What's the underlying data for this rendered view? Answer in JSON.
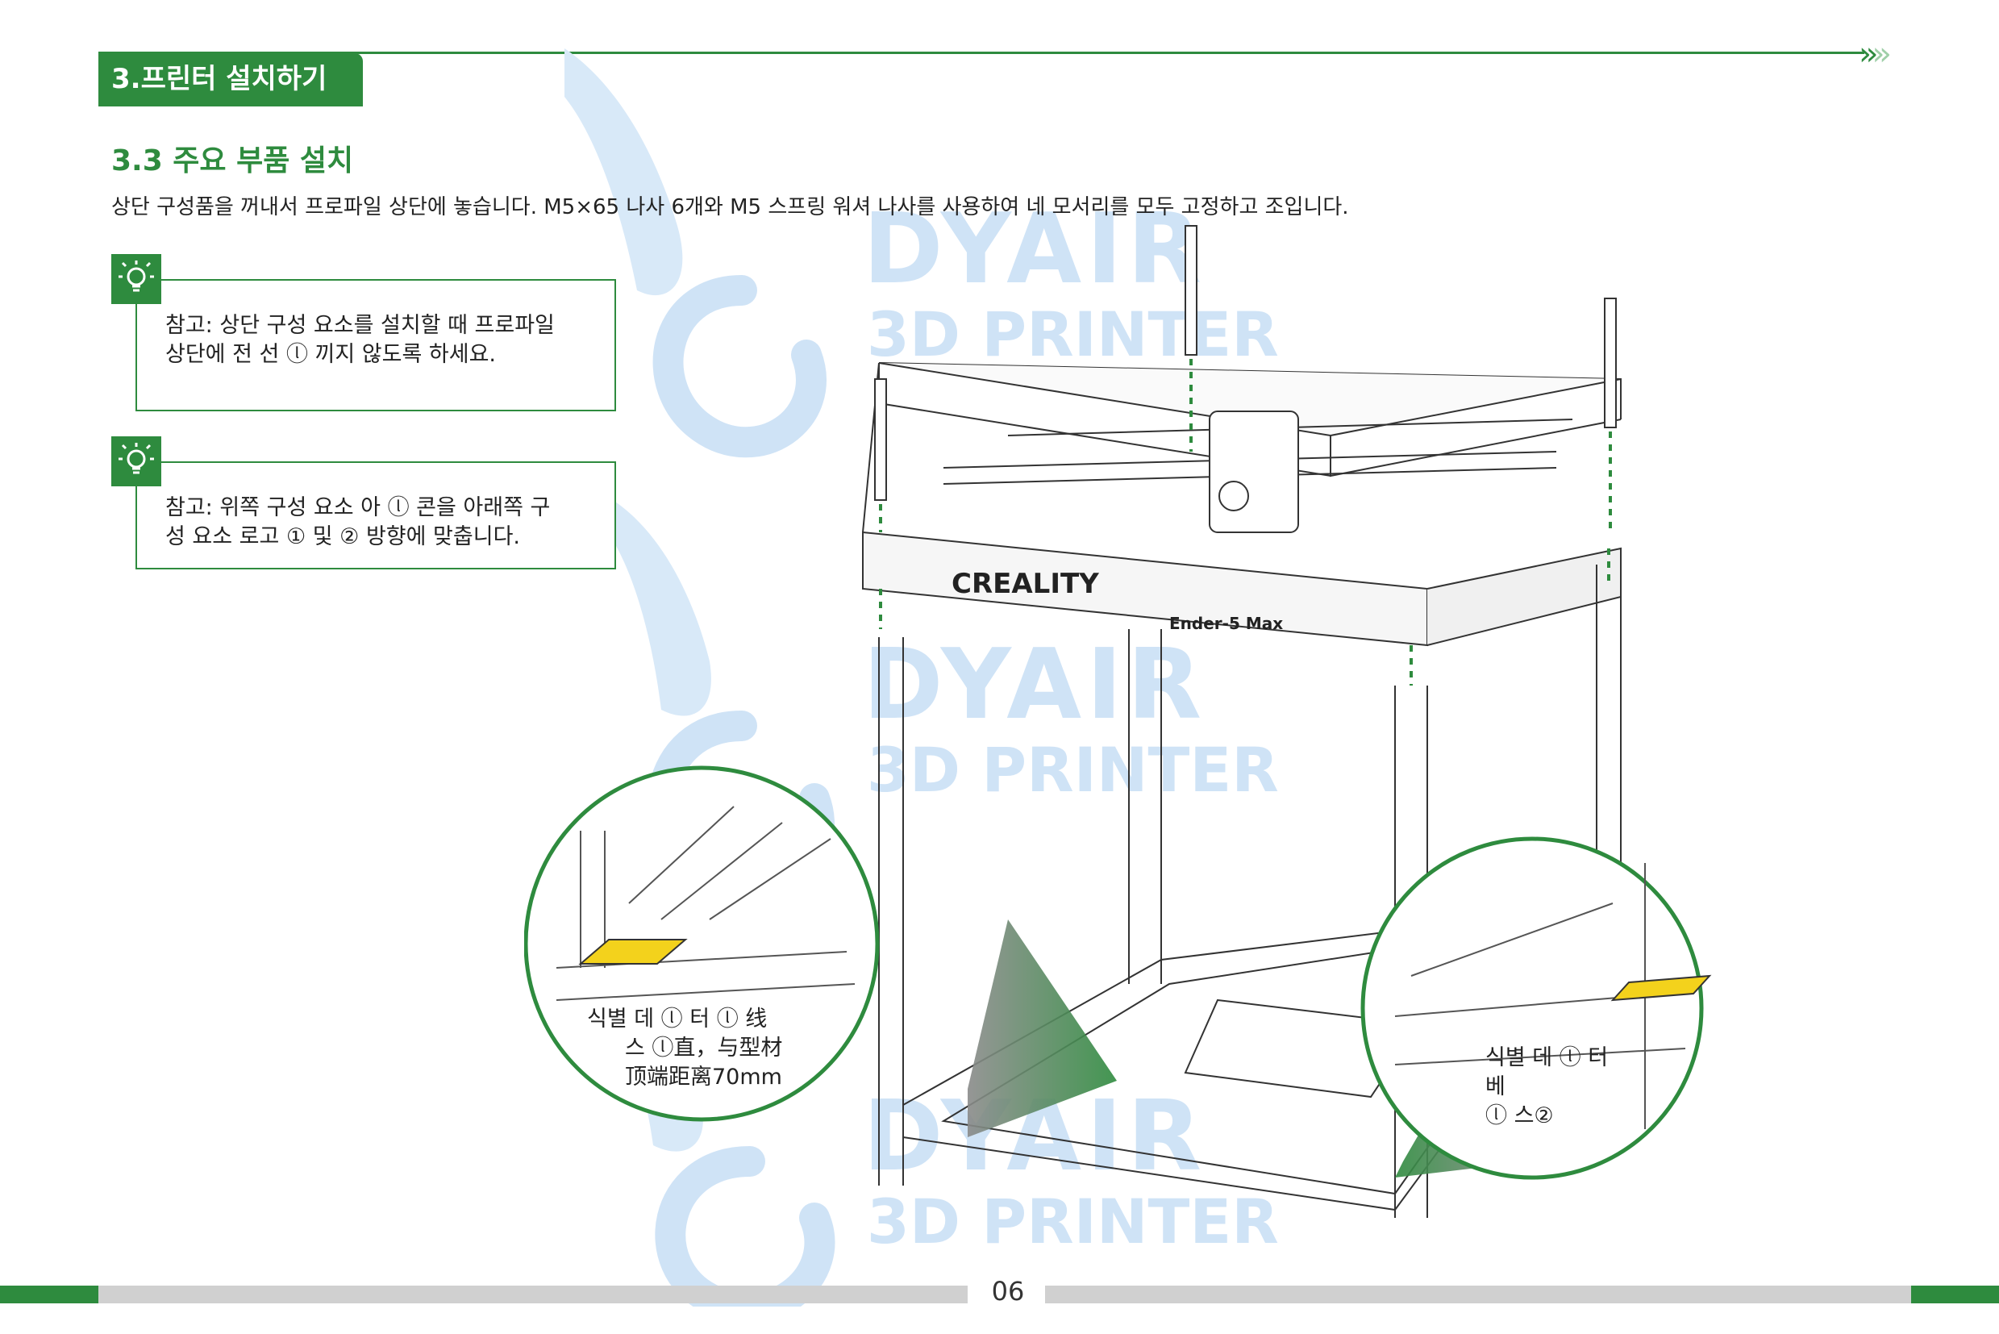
{
  "header": {
    "section_title": "3.프린터 설치하기",
    "arrows": "»"
  },
  "subsection": {
    "title": "3.3 주요 부품 설치",
    "intro": "상단 구성품을 꺼내서 프로파일 상단에 놓습니다. M5×65 나사 6개와 M5 스프링 워셔 나사를 사용하여 네 모서리를 모두 고정하고 조입니다."
  },
  "notes": [
    {
      "icon": "lightbulb-icon",
      "line1": "참고: 상단 구성 요소를 설치할 때 프로파일",
      "line2": "상단에 전 선 ⓛ  끼지 않도록 하세요."
    },
    {
      "icon": "lightbulb-icon",
      "line1": "참고: 위쪽 구성 요소 아 ⓛ 콘을 아래쪽 구",
      "line2": "성   요소 로고 ① 및 ② 방향에 맞춥니다."
    }
  ],
  "printer": {
    "brand": "CREALITY",
    "model": "Ender-5 Max"
  },
  "callouts": {
    "left": {
      "line1": "식별 데 ⓛ 터 ⓛ 线",
      "line2": "스 ⓛ直，与型材",
      "line3": "顶端距离70mm"
    },
    "right": {
      "line1": "식별 데 ⓛ 터",
      "line2": "베",
      "line3": "ⓛ 스②"
    }
  },
  "watermark": {
    "line1": "DYAIR",
    "line2": "3D PRINTER"
  },
  "footer": {
    "page_number": "06"
  },
  "colors": {
    "accent": "#2e8b3e",
    "watermark": "#cfe3f6",
    "footer_gray": "#d0d0d0",
    "label_yellow": "#f3d21c"
  }
}
